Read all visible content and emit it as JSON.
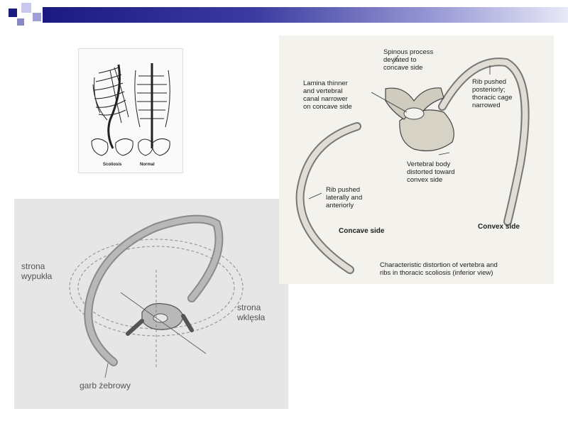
{
  "theme": {
    "header_dark": "#1a1a80",
    "header_light": "#e8e8f8",
    "bone_fill": "#b8b8b8",
    "left_bg": "#e6e6e6",
    "right_bg": "#f4f2ec"
  },
  "spine_figure": {
    "left_label": "Scoliosis",
    "right_label": "Normal"
  },
  "polish_figure": {
    "convex_label": "strona\nwypukła",
    "concave_label": "strona\nwklęsła",
    "rib_hump_label": "garb żebrowy"
  },
  "vertebra_figure": {
    "spinous_label": "Spinous process\ndeviated to\nconcave side",
    "lamina_label": "Lamina thinner\nand vertebral\ncanal narrower\non concave side",
    "rib_posterior_label": "Rib pushed\nposteriorly;\nthoracic cage\nnarrowed",
    "body_label": "Vertebral body\ndistorted toward\nconvex side",
    "rib_lateral_label": "Rib pushed\nlaterally and\nanteriorly",
    "concave_side": "Concave side",
    "convex_side": "Convex side",
    "caption": "Characteristic distortion of vertebra and\nribs in thoracic scoliosis (inferior view)"
  }
}
